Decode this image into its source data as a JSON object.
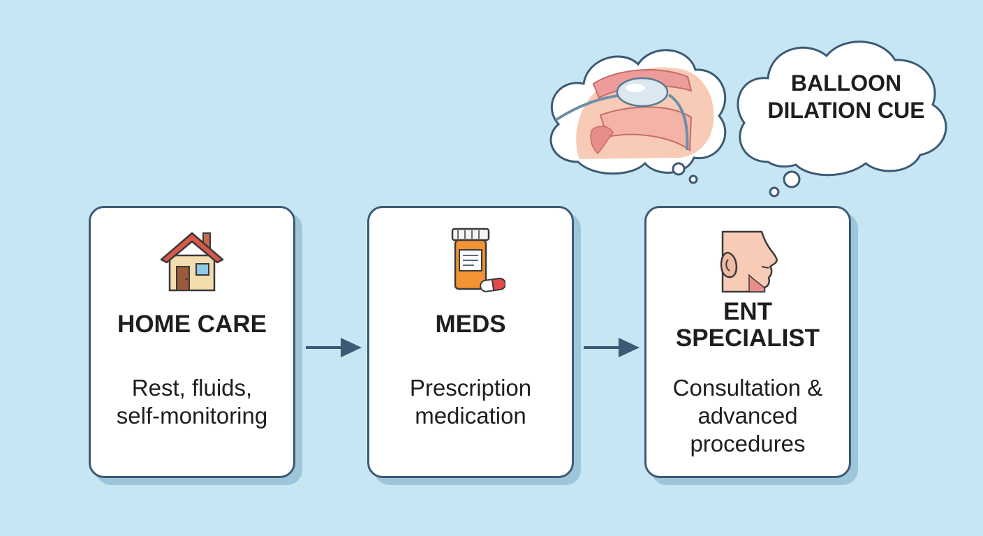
{
  "steps": [
    {
      "title": "HOME CARE",
      "description": "Rest, fluids,\nself-monitoring",
      "icon": "house-icon"
    },
    {
      "title": "MEDS",
      "description": "Prescription\nmedication",
      "icon": "pill-bottle-icon"
    },
    {
      "title": "ENT\nSPECIALIST",
      "description": "Consultation &\nadvanced\nprocedures",
      "icon": "ent-head-icon"
    }
  ],
  "thought_bubbles": {
    "image_bubble_icon": "nasal-balloon-illustration-icon",
    "text_bubble": "BALLOON\nDILATION CUE"
  },
  "colors": {
    "background": "#c6e6f3",
    "card_border": "#3d5a75",
    "card_shadow": "#9ec6da",
    "arrow": "#3d5a75",
    "text": "#1e1e1e"
  }
}
